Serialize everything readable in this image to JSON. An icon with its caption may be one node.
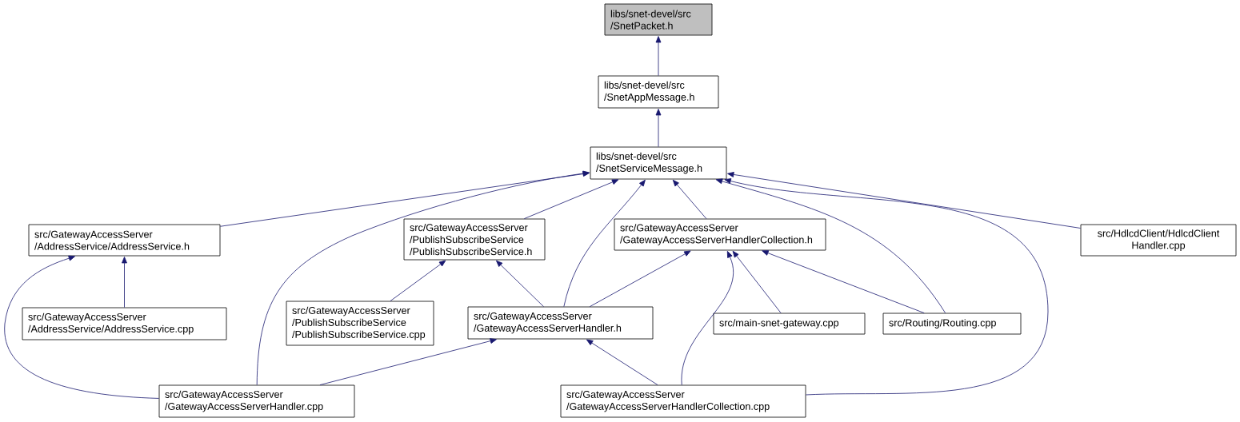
{
  "diagram": {
    "nodes": [
      {
        "text": [
          "libs/snet-devel/src /SnetPacket.h"
        ]
      },
      {
        "text": [
          "libs/snet-devel/src /SnetAppMessage.h"
        ]
      },
      {
        "text": [
          "libs/snet-devel/src /SnetServiceMessage.h"
        ]
      },
      {
        "text": [
          "src/GatewayAccessServer /AddressService/AddressService.h"
        ]
      },
      {
        "text": [
          "src/GatewayAccessServer /PublishSubscribeService /PublishSubscribeService.h"
        ]
      },
      {
        "text": [
          "src/GatewayAccessServer /GatewayAccessServerHandlerCollection.h"
        ]
      },
      {
        "text": [
          "src/HdlcdClient/HdlcdClient Handler.cpp"
        ]
      },
      {
        "text": [
          "src/GatewayAccessServer /AddressService/AddressService.cpp"
        ]
      },
      {
        "text": [
          "src/GatewayAccessServer /PublishSubscribeService /PublishSubscribeService.cpp"
        ]
      },
      {
        "text": [
          "src/GatewayAccessServer /GatewayAccessServerHandler.h"
        ]
      },
      {
        "text": [
          "src/main-snet-gateway.cpp"
        ]
      },
      {
        "text": [
          "src/Routing/Routing.cpp"
        ]
      },
      {
        "text": [
          "src/GatewayAccessServer /GatewayAccessServerHandler.cpp"
        ]
      },
      {
        "text": [
          "src/GatewayAccessServer /GatewayAccessServerHandlerCollection.cpp"
        ]
      }
    ],
    "edges": [
      {
        "from": 1,
        "to": 0,
        "arrow": "to"
      },
      {
        "from": 2,
        "to": 1,
        "arrow": "to"
      },
      {
        "from": 3,
        "to": 2,
        "arrow": "to"
      },
      {
        "from": 12,
        "to": 2,
        "arrow": "to"
      },
      {
        "from": 4,
        "to": 2,
        "arrow": "to"
      },
      {
        "from": 9,
        "to": 2,
        "arrow": "to"
      },
      {
        "from": 5,
        "to": 2,
        "arrow": "to"
      },
      {
        "from": 11,
        "to": 2,
        "arrow": "to"
      },
      {
        "from": 13,
        "to": 2,
        "arrow": "to"
      },
      {
        "from": 6,
        "to": 2,
        "arrow": "to"
      },
      {
        "from": 7,
        "to": 3,
        "arrow": "to"
      },
      {
        "from": 12,
        "to": 3,
        "arrow": "to"
      },
      {
        "from": 8,
        "to": 4,
        "arrow": "to"
      },
      {
        "from": 9,
        "to": 4,
        "arrow": "to"
      },
      {
        "from": 9,
        "to": 5,
        "arrow": "to"
      },
      {
        "from": 13,
        "to": 5,
        "arrow": "to"
      },
      {
        "from": 10,
        "to": 5,
        "arrow": "to"
      },
      {
        "from": 11,
        "to": 5,
        "arrow": "to"
      },
      {
        "from": 12,
        "to": 9,
        "arrow": "to"
      },
      {
        "from": 13,
        "to": 9,
        "arrow": "to"
      }
    ]
  }
}
